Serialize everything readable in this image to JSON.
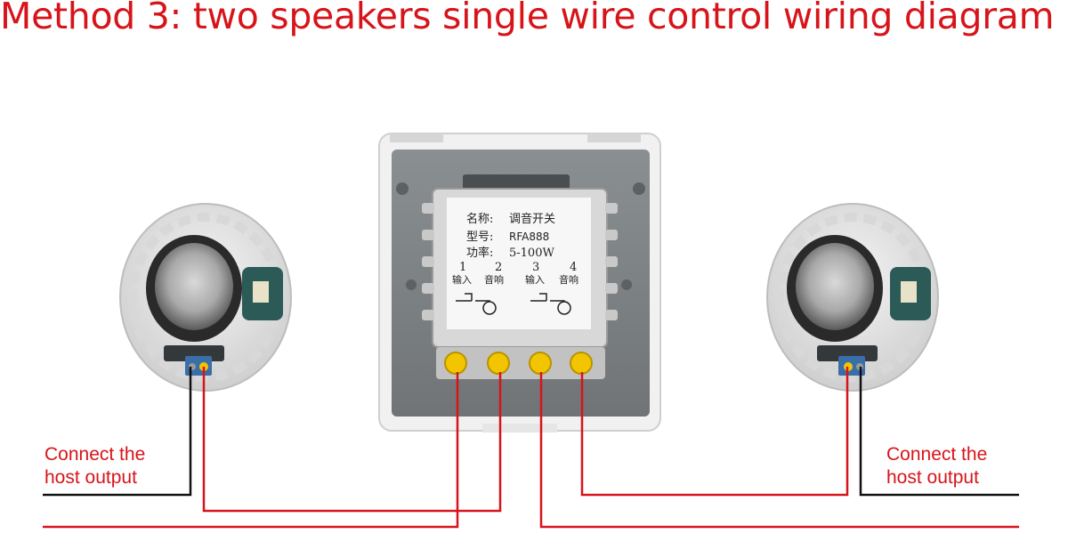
{
  "title": "Method 3: two speakers single wire control wiring diagram",
  "left_label": {
    "line1": "Connect the",
    "line2": "host output"
  },
  "right_label": {
    "line1": "Connect the",
    "line2": "host output"
  },
  "module": {
    "name_label": "名称:",
    "name_value": "调音开关",
    "model_label": "型号:",
    "model_value": "RFA888",
    "power_label": "功率:",
    "power_value": "5-100W",
    "terminals": [
      {
        "num": "1",
        "text": "输入"
      },
      {
        "num": "2",
        "text": "音响"
      },
      {
        "num": "3",
        "text": "输入"
      },
      {
        "num": "4",
        "text": "音响"
      }
    ]
  },
  "colors": {
    "wire_red": "#d7141a",
    "wire_black": "#111111",
    "label_red": "#d7141a"
  }
}
